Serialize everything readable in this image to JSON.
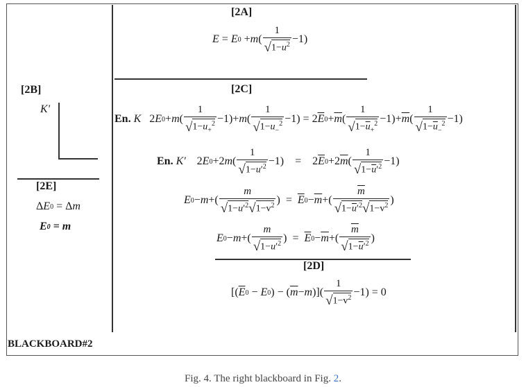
{
  "labels": {
    "2A": "[2A]",
    "2B": "[2B]",
    "2C": "[2C]",
    "2D": "[2D]",
    "2E": "[2E]",
    "blackboard": "BLACKBOARD#2"
  },
  "k_prime_symbol": "K'",
  "en_K": "En.",
  "en_K_sym": "K",
  "en_Kp": "En.",
  "en_Kp_sym": "K'",
  "eq2E": {
    "line1": "ΔE0 = Δm",
    "line2": "E0 = m"
  },
  "caption": {
    "prefix": "Fig. 4. The right blackboard in Fig. ",
    "link": "2",
    "suffix": "."
  }
}
